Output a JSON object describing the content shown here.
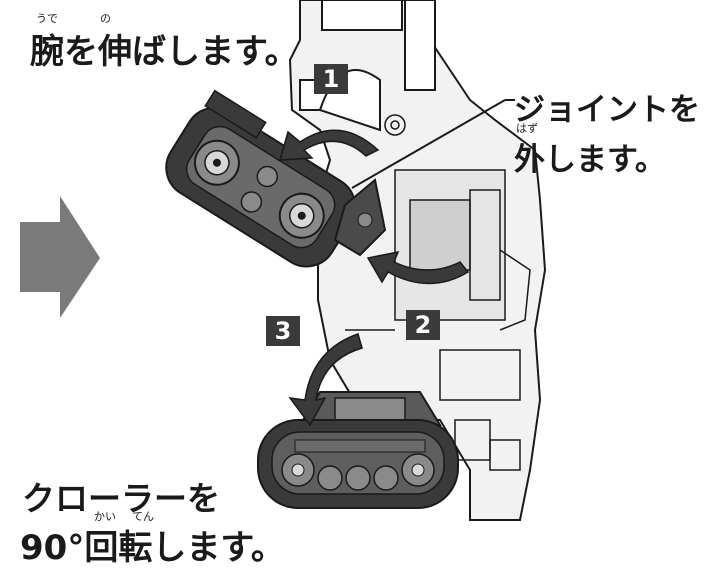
{
  "instructions": {
    "extend_arm": "腕を伸ばします。",
    "extend_arm_ruby_ude": "うで",
    "extend_arm_ruby_no": "の",
    "remove_joint_line1": "ジョイントを",
    "remove_joint_line2": "外します。",
    "remove_joint_ruby_hazu": "はず",
    "rotate_crawler_line1": "クローラーを",
    "rotate_crawler_line2": "90°回転します。",
    "rotate_crawler_ruby_kai": "かい",
    "rotate_crawler_ruby_ten": "てん"
  },
  "steps": [
    "1",
    "2",
    "3"
  ],
  "icons": {
    "direction_arrow": "right-arrow-icon",
    "rotation_arrows": "curved-arrow-icon"
  },
  "colors": {
    "line": "#1a1a1a",
    "dark_part": "#3a3a3a",
    "mid_part": "#8a8a8a",
    "light_part": "#d8d8d8",
    "direction_arrow": "#7a7a7a"
  }
}
